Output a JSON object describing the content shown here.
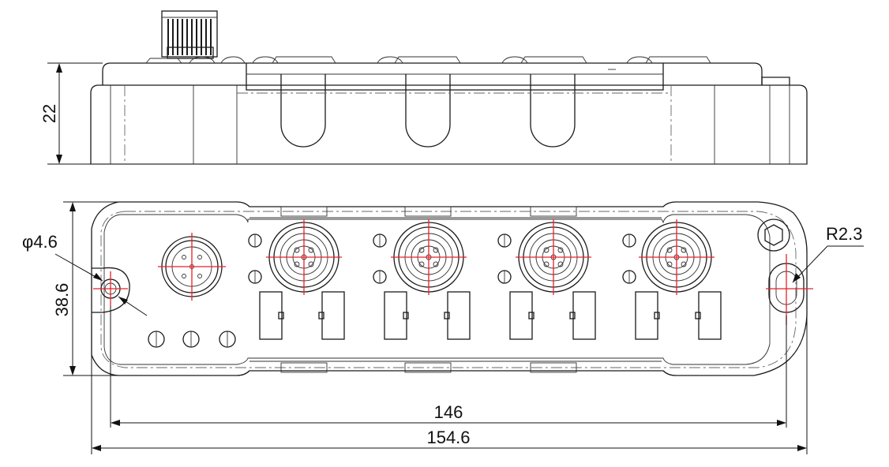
{
  "drawing": {
    "colors": {
      "line": "#1a1a1a",
      "centerline": "#e8202a",
      "background": "#ffffff"
    },
    "dimensions": {
      "height": "22",
      "width": "38.6",
      "hole_diameter": "φ4.6",
      "radius": "R2.3",
      "inner_length": "146",
      "overall_length": "154.6"
    },
    "components": {
      "input_connector": "m12-input-connector",
      "output_ports": 4,
      "leds": 8,
      "small_screws": 8,
      "bottom_screws": 3
    }
  }
}
